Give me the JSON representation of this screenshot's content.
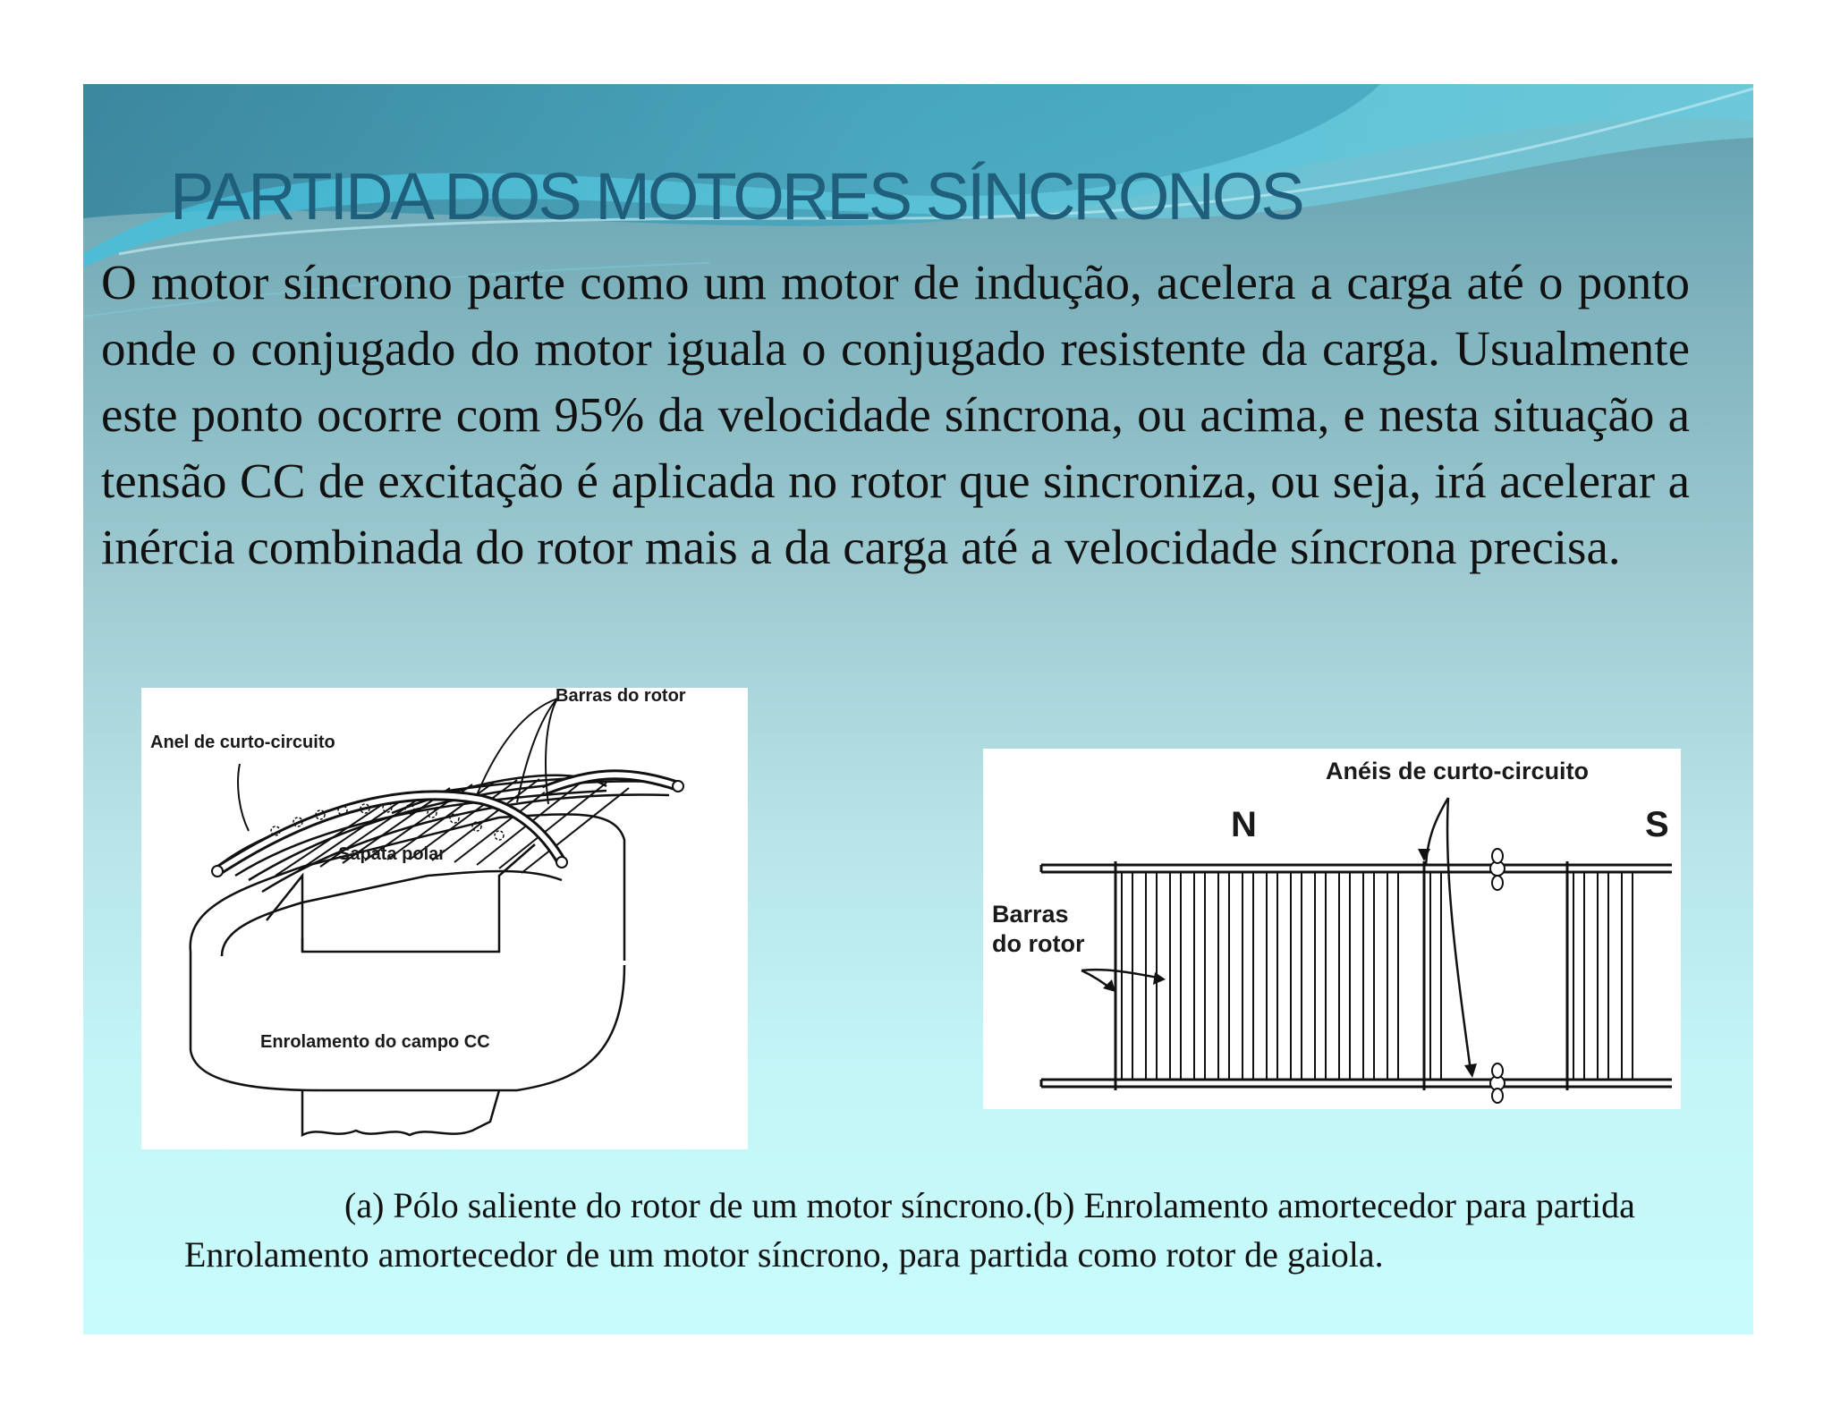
{
  "slide": {
    "title": "PARTIDA DOS MOTORES SÍNCRONOS",
    "body": "O motor síncrono parte como um motor de indução, acelera a carga até o ponto onde o conjugado do motor iguala o conjugado resistente da carga. Usualmente este ponto ocorre com 95% da velocidade síncrona, ou acima, e nesta situação a tensão CC de excitação é aplicada no rotor que sincroniza, ou seja, irá acelerar a inércia combinada do rotor mais a da carga até a velocidade síncrona precisa.",
    "colors": {
      "title": "#1f5f7c",
      "background_top": "#5f9fae",
      "background_bottom": "#c8fbfb"
    }
  },
  "figure_a": {
    "label_bars": "Barras do rotor",
    "label_ring": "Anel de curto-circuito",
    "label_shoe": "Sapata polar",
    "label_winding": "Enrolamento do campo CC"
  },
  "figure_b": {
    "label_rings": "Anéis de curto-circuito",
    "label_n": "N",
    "label_s": "S",
    "label_bars_l1": "Barras",
    "label_bars_l2": "do rotor"
  },
  "caption": {
    "line1": "(a)  Pólo saliente do rotor de um motor síncrono.(b)  Enrolamento amortecedor para partida",
    "line2": "Enrolamento amortecedor de um motor síncrono, para partida como rotor de gaiola."
  }
}
